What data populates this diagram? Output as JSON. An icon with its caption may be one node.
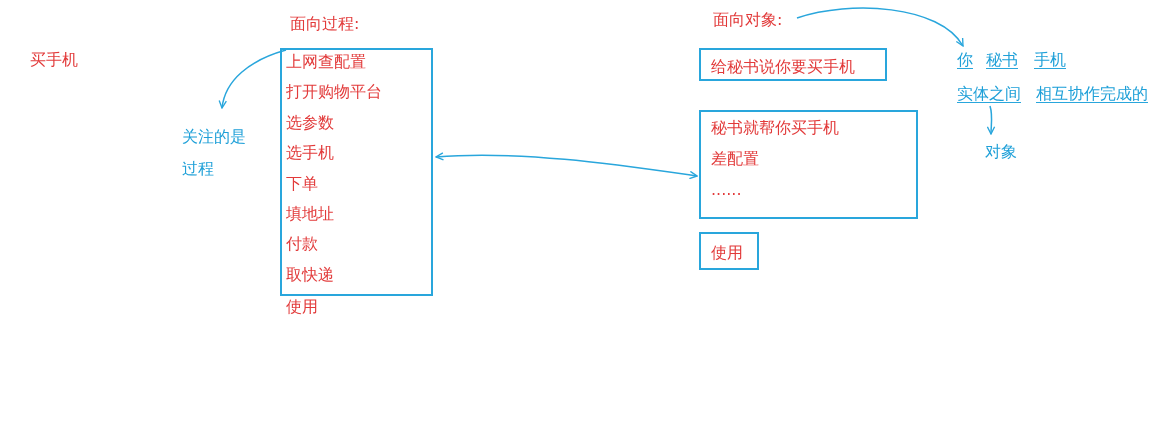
{
  "diagram": {
    "nodes": [
      {
        "text": [
          "面向过程:",
          "上网查配置",
          "打开购物平台",
          "选参数",
          "选手机",
          "下单",
          "填地址",
          "付款",
          "取快递"
        ],
        "beside": [
          "使用"
        ]
      },
      {
        "text": [
          "关注的是过程"
        ]
      },
      {
        "text": [
          "面向对象:"
        ]
      },
      {
        "text": [
          "给秘书说你要买手机"
        ]
      },
      {
        "text": [
          "秘书就帮你买手机",
          "差配置",
          "......"
        ]
      },
      {
        "text": [
          "使用"
        ]
      },
      {
        "text": [
          "你"
        ]
      },
      {
        "text": [
          "实体之间"
        ]
      },
      {
        "text": [
          "对象"
        ]
      }
    ],
    "edges": [
      {
        "from": 0,
        "to": 1,
        "arrow": "to"
      },
      {
        "from": 0,
        "to": 4,
        "arrow": "both"
      },
      {
        "from": 2,
        "to": 6,
        "arrow": "to"
      },
      {
        "from": 7,
        "to": 8,
        "arrow": "to"
      }
    ],
    "labels": [
      "买手机",
      "秘书",
      "手机",
      "相互协作完成的"
    ]
  }
}
